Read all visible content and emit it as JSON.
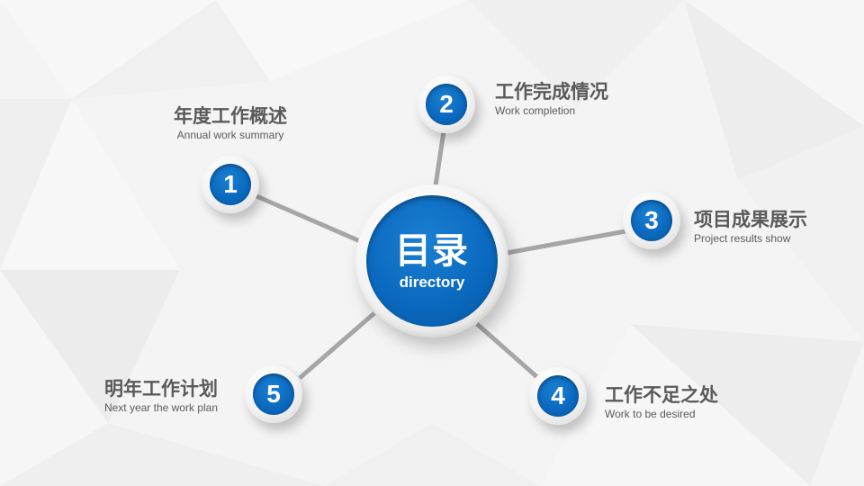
{
  "theme": {
    "accent": "#0b6ac0",
    "text": "#5a5a5a",
    "connector": "#a6a6a6",
    "background": "#f4f4f4"
  },
  "hub": {
    "title": "目录",
    "subtitle": "directory"
  },
  "items": [
    {
      "number": "1",
      "title": "年度工作概述",
      "subtitle": "Annual work summary"
    },
    {
      "number": "2",
      "title": "工作完成情况",
      "subtitle": "Work completion"
    },
    {
      "number": "3",
      "title": "项目成果展示",
      "subtitle": "Project results show"
    },
    {
      "number": "4",
      "title": "工作不足之处",
      "subtitle": "Work to be desired"
    },
    {
      "number": "5",
      "title": "明年工作计划",
      "subtitle": "Next year the work plan"
    }
  ]
}
